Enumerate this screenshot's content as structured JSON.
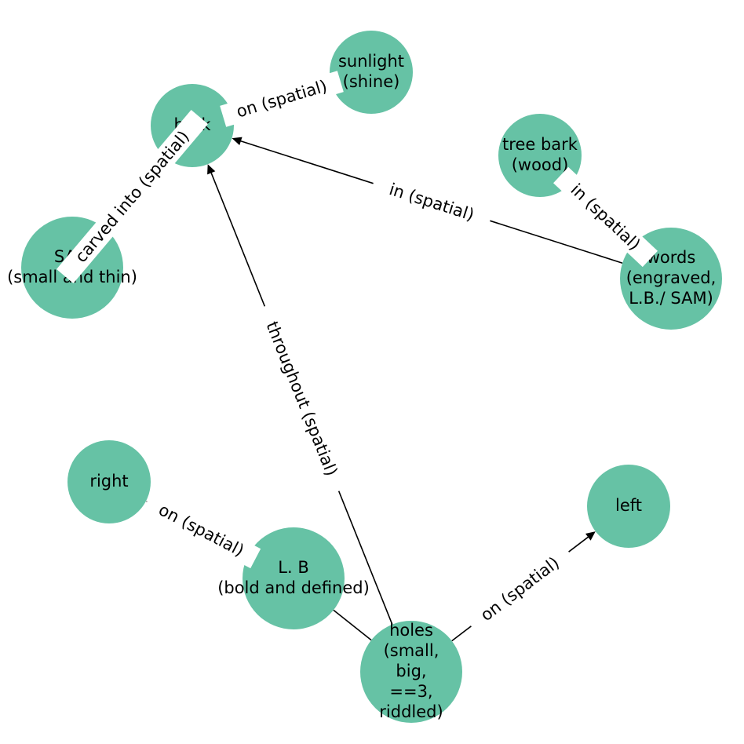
{
  "colors": {
    "node": "#66c2a5",
    "edge": "#000000",
    "background": "#ffffff"
  },
  "nodes": [
    {
      "id": "bark",
      "lines": [
        "bark"
      ]
    },
    {
      "id": "sunlight",
      "lines": [
        "sunlight",
        "(shine)"
      ]
    },
    {
      "id": "tree_bark",
      "lines": [
        "tree bark",
        "(wood)"
      ]
    },
    {
      "id": "sam",
      "lines": [
        "SAM",
        "(small and thin)"
      ]
    },
    {
      "id": "words",
      "lines": [
        "words",
        "(engraved,",
        "L.B./ SAM)"
      ]
    },
    {
      "id": "right",
      "lines": [
        "right"
      ]
    },
    {
      "id": "left",
      "lines": [
        "left"
      ]
    },
    {
      "id": "lb",
      "lines": [
        "L. B",
        "(bold and defined)"
      ]
    },
    {
      "id": "holes",
      "lines": [
        "holes",
        "(small,",
        "big,",
        "==3,",
        "riddled)"
      ]
    }
  ],
  "edges": [
    {
      "source": "bark",
      "target": "sunlight",
      "label": "on (spatial)",
      "directed": false
    },
    {
      "source": "sam",
      "target": "bark",
      "label": "carved into (spatial)",
      "directed": false
    },
    {
      "source": "words",
      "target": "bark",
      "label": "in (spatial)",
      "directed": true
    },
    {
      "source": "words",
      "target": "tree_bark",
      "label": "in (spatial)",
      "directed": false
    },
    {
      "source": "holes",
      "target": "bark",
      "label": "throughout (spatial)",
      "directed": true
    },
    {
      "source": "holes",
      "target": "left",
      "label": "on (spatial)",
      "directed": true
    },
    {
      "source": "lb",
      "target": "right",
      "label": "on (spatial)",
      "directed": true
    },
    {
      "source": "holes",
      "target": "lb",
      "label": "",
      "directed": false
    }
  ]
}
